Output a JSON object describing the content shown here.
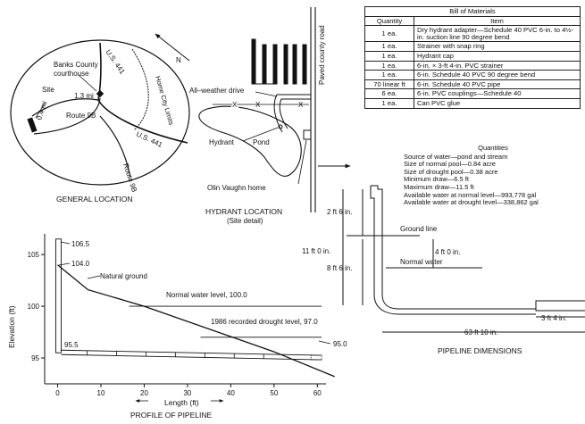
{
  "bill_of_materials": {
    "title": "Bill of Materials",
    "headers": [
      "Quantity",
      "Item"
    ],
    "rows": [
      {
        "qty": "1 ea.",
        "item": "Dry hydrant adapter—Schedule 40 PVC 6-in. to 4½-in. suction line 90 degree bend"
      },
      {
        "qty": "1 ea.",
        "item": "Strainer with snap ring"
      },
      {
        "qty": "1 ea.",
        "item": "Hydrant cap"
      },
      {
        "qty": "1 ea.",
        "item": "6-in. × 3-ft 4-in. PVC strainer"
      },
      {
        "qty": "1 ea.",
        "item": "6-in. Schedule 40 PVC 90 degree bend"
      },
      {
        "qty": "70 linear ft",
        "item": "6-in. Schedule 40 PVC pipe"
      },
      {
        "qty": "6 ea.",
        "item": "6-in. PVC couplings—Schedule 40"
      },
      {
        "qty": "1 ea.",
        "item": "Can PVC glue"
      }
    ]
  },
  "quantities": {
    "title": "Quantities",
    "lines": [
      "Source of water—pond and stream",
      "Size of normal pool—0.84 acre",
      "Size of drought pool—0.38 acre",
      "Minimum draw—6.5 ft",
      "Maximum draw—11.5 ft",
      "Available water at normal level—993,778 gal",
      "Available water at drought level—338,862 gal"
    ]
  },
  "general_location": {
    "caption": "GENERAL LOCATION",
    "labels": {
      "us441_top": "U.S. 441",
      "us441_right": "U.S. 441",
      "courthouse": "Banks County courthouse",
      "site": "Site",
      "dist_13": "1.3 mi",
      "dist_04": "0.4 mi",
      "route9b": "Route 9B",
      "route9b_lower": "Route 9B",
      "city_limits": "Home City Limits",
      "north": "N"
    }
  },
  "hydrant_location": {
    "caption_1": "HYDRANT LOCATION",
    "caption_2": "(Site detail)",
    "labels": {
      "paved_road": "Paved county road",
      "drive": "All–weather drive",
      "hydrant": "Hydrant",
      "pond": "Pond",
      "home": "Olin Vaughn home",
      "fence_mark": "X"
    }
  },
  "pipeline_dimensions": {
    "caption": "PIPELINE DIMENSIONS",
    "labels": {
      "d_2ft6": "2 ft 6 in.",
      "d_11ft": "11 ft 0 in.",
      "d_8ft6": "8 ft 6 in.",
      "d_4ft": "4 ft 0 in.",
      "ground_line": "Ground line",
      "normal_water": "Normal water",
      "d_3ft4": "3 ft 4 in.",
      "d_63ft10": "63 ft 10 in."
    }
  },
  "profile": {
    "caption": "PROFILE OF PIPELINE",
    "y_label": "Elevation (ft)",
    "x_label": "Length (ft)",
    "annotations": {
      "top_hydrant": "106.5",
      "ground_at_hydrant": "104.0",
      "natural_ground": "Natural ground",
      "normal_water": "Normal water level, 100.0",
      "drought": "1986 recorded drought level, 97.0",
      "pipe_start": "95.5",
      "pipe_end": "95.0"
    }
  },
  "chart_data": {
    "type": "line",
    "title": "PROFILE OF PIPELINE",
    "xlabel": "Length (ft)",
    "ylabel": "Elevation (ft)",
    "xlim": [
      0,
      62
    ],
    "ylim": [
      93,
      106.5
    ],
    "x_ticks": [
      "0",
      "10",
      "20",
      "30",
      "40",
      "50",
      "60"
    ],
    "y_ticks": [
      "95",
      "100",
      "105"
    ],
    "series": [
      {
        "name": "Natural ground",
        "x": [
          0,
          7,
          20,
          50,
          64
        ],
        "y": [
          104.0,
          101.6,
          100.0,
          95.6,
          93.2
        ]
      },
      {
        "name": "Normal water level, 100.0",
        "x": [
          16.5,
          61
        ],
        "y": [
          100.0,
          100.0
        ]
      },
      {
        "name": "1986 recorded drought level, 97.0",
        "x": [
          33,
          61
        ],
        "y": [
          97.0,
          97.0
        ]
      }
    ],
    "pipe": {
      "x": [
        0,
        0,
        61
      ],
      "y": [
        106.5,
        95.5,
        95.0
      ]
    }
  }
}
